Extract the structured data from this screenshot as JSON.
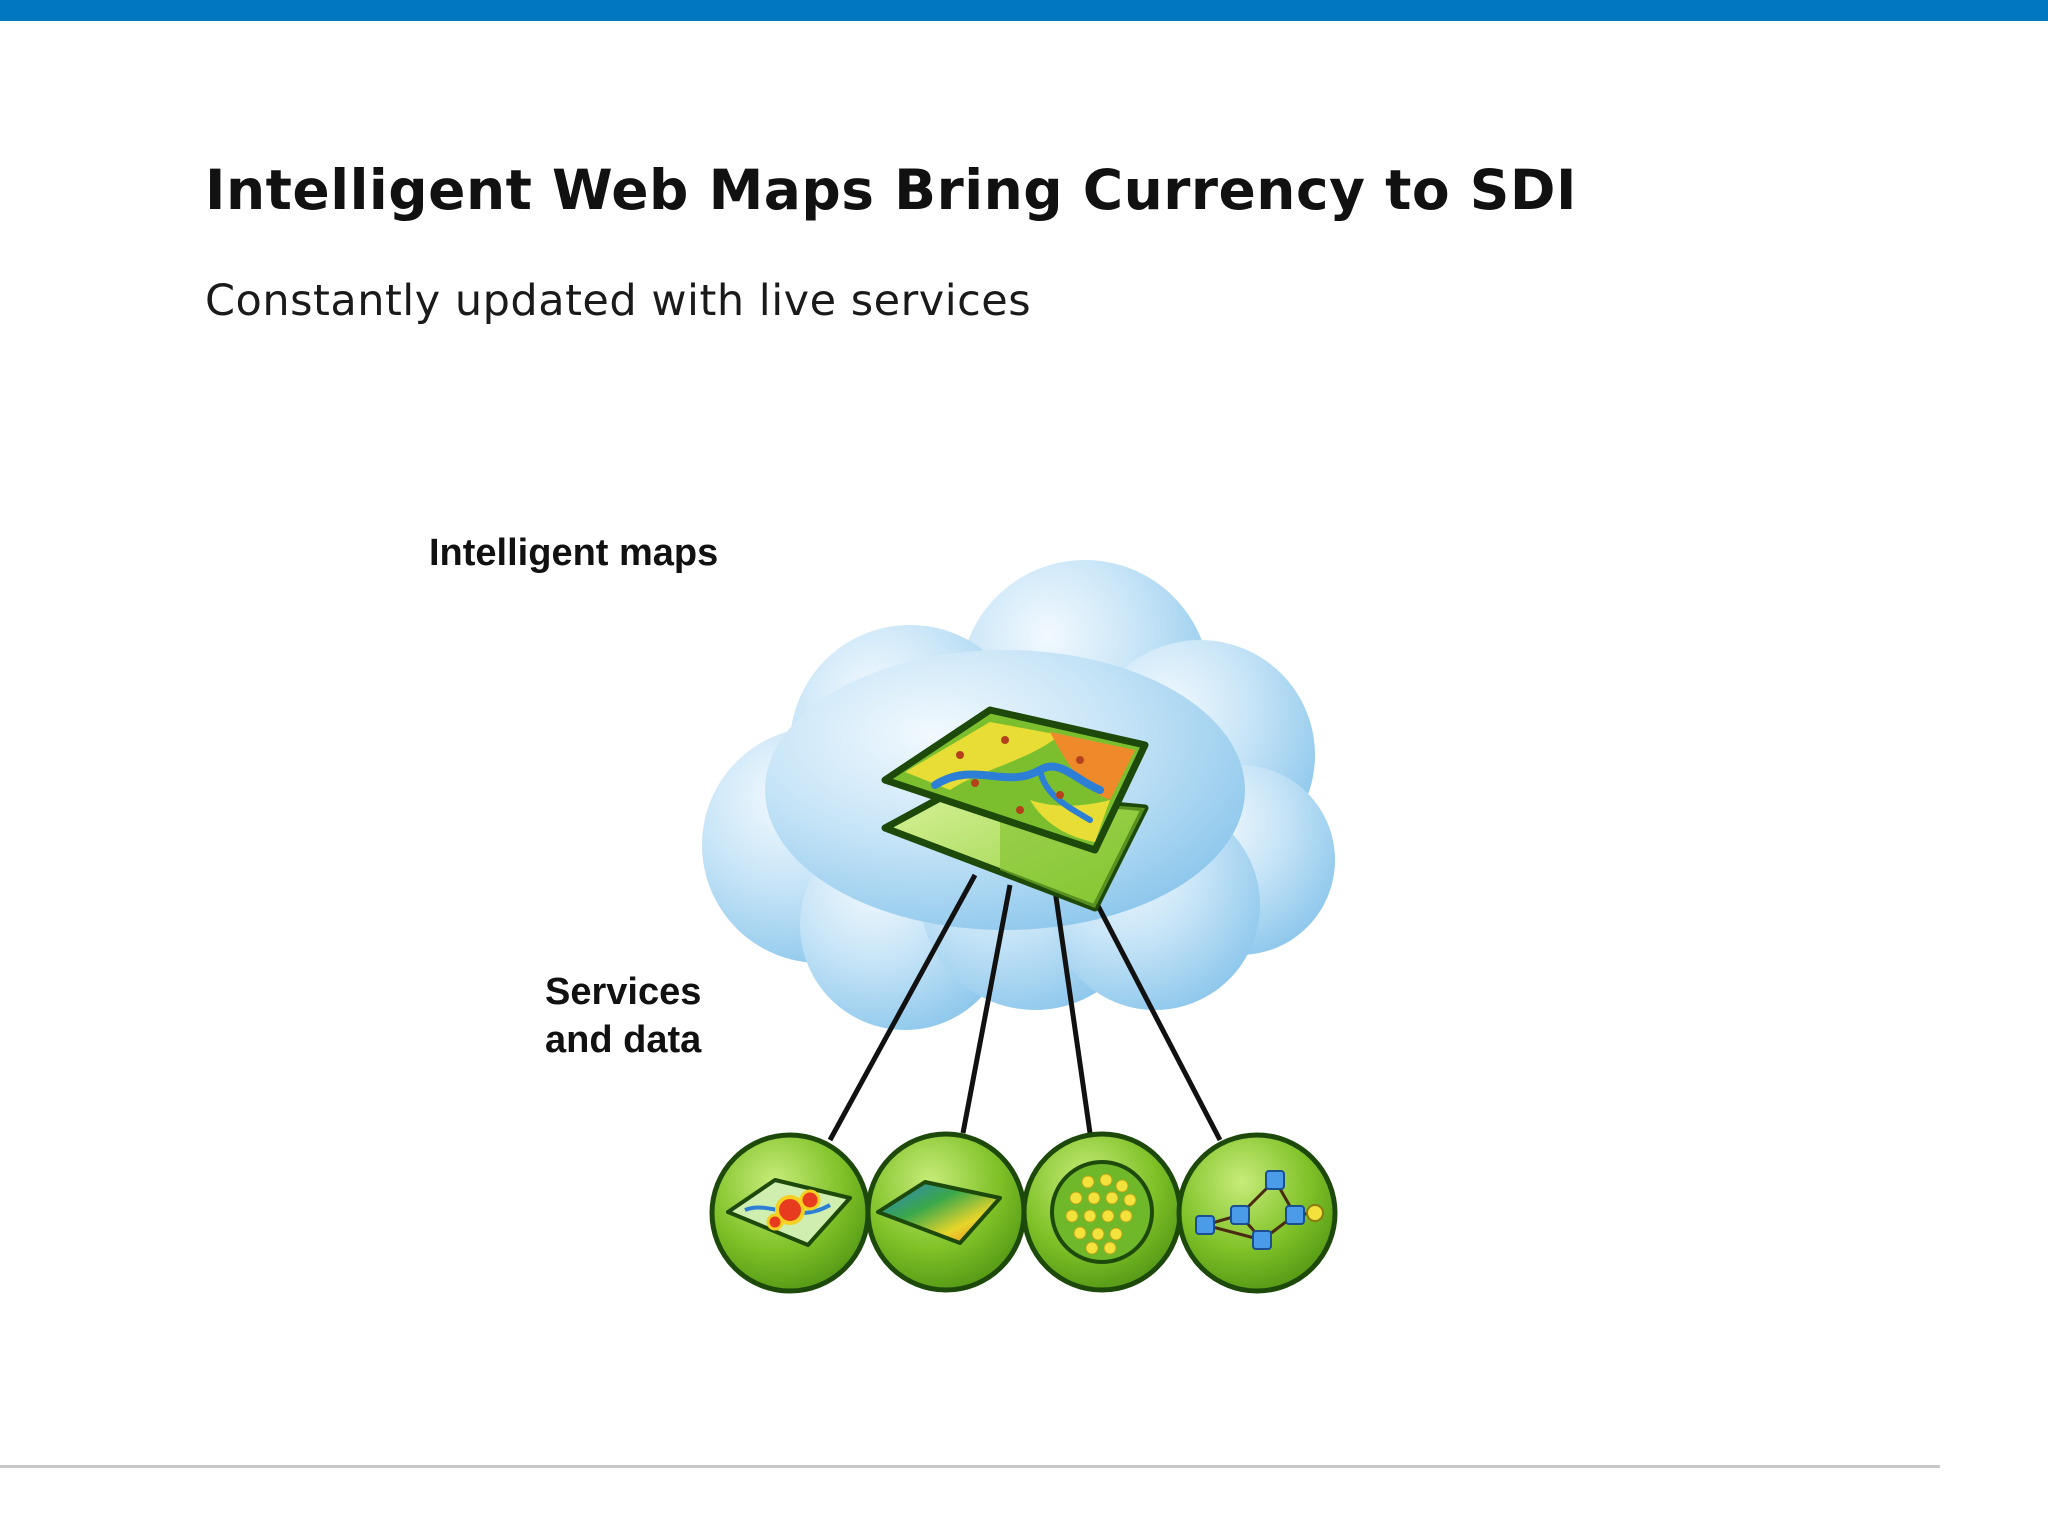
{
  "slide": {
    "title": "Intelligent Web Maps Bring Currency to SDI",
    "subtitle": "Constantly updated with live services"
  },
  "diagram": {
    "top_label": "Intelligent maps",
    "bottom_label_line1": "Services",
    "bottom_label_line2": "and data",
    "icons": [
      "cloud-icon",
      "web-map-layers-icon",
      "feature-service-icon",
      "imagery-service-icon",
      "point-data-service-icon",
      "network-service-icon"
    ]
  },
  "colors": {
    "accent_bar": "#0077c0",
    "rule": "#c8c8c8",
    "icon_green": "#6db31f",
    "icon_green_dark": "#1f4f0c",
    "cloud_light": "#e8f4fc",
    "cloud_blue": "#8cc6ea"
  }
}
